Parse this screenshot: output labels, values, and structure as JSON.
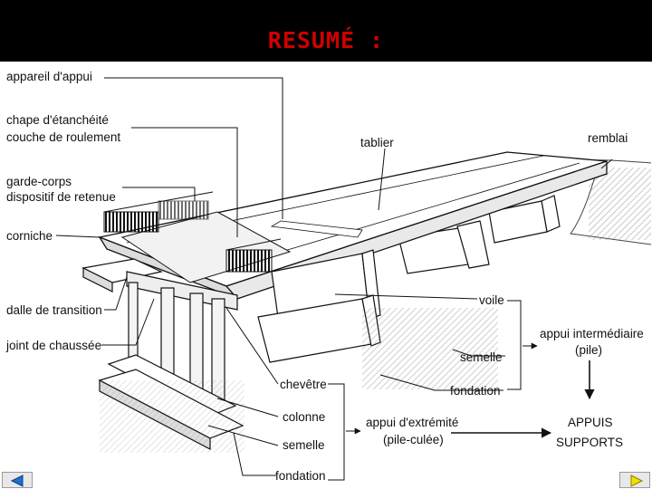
{
  "title": "RESUMÉ :",
  "labels": {
    "appareil_appui": "appareil d'appui",
    "chape": "chape d'étanchéité",
    "couche_roulement": "couche de roulement",
    "garde_corps": "garde-corps",
    "dispositif_retenue": "dispositif de retenue",
    "corniche": "corniche",
    "dalle_transition": "dalle de transition",
    "joint_chaussee": "joint de chaussée",
    "tablier": "tablier",
    "remblai": "remblai",
    "voile": "voile",
    "semelle_pile": "semelle",
    "fondation_pile": "fondation",
    "appui_intermediaire": "appui intermédiaire",
    "pile": "(pile)",
    "chevetre": "chevêtre",
    "colonne": "colonne",
    "semelle_culee": "semelle",
    "fondation_culee": "fondation",
    "appui_extremite": "appui d'extrémité",
    "pile_culee": "(pile-culée)",
    "appuis": "APPUIS",
    "supports": "SUPPORTS"
  },
  "icons": {
    "prev": "prev-arrow-icon",
    "next": "next-arrow-icon"
  },
  "colors": {
    "title": "#d00000",
    "header_bg": "#000000",
    "arrow_prev": "#1f6fd1",
    "arrow_next": "#f0e000"
  }
}
